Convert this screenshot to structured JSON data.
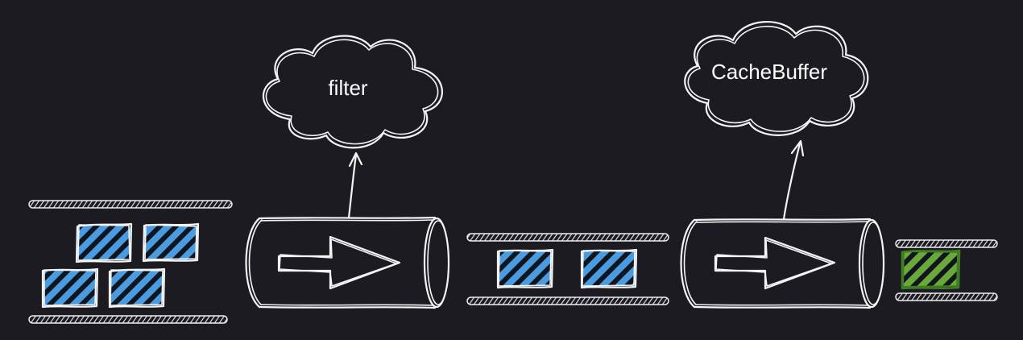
{
  "clouds": {
    "filter_label": "filter",
    "cache_label": "CacheBuffer"
  },
  "colors": {
    "background": "#1c1b22",
    "stroke": "#f4f4f4",
    "packet_fill": "#4a9be0",
    "packet_hatch": "#0f1620",
    "cache_packet_fill": "#6aa83a",
    "cache_packet_stroke": "#3f7f22"
  },
  "icons": [
    "cloud",
    "pipe",
    "arrow",
    "packet",
    "rail"
  ],
  "packets": {
    "input_count": 4,
    "mid_count": 2,
    "output_count": 1
  }
}
